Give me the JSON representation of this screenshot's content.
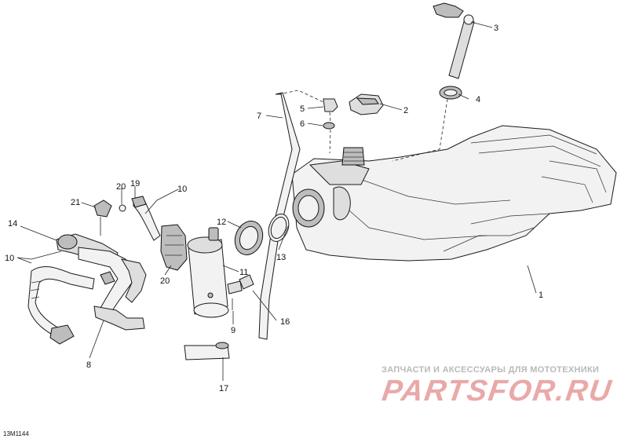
{
  "callouts": [
    {
      "id": "c1",
      "text": "1"
    },
    {
      "id": "c2",
      "text": "2"
    },
    {
      "id": "c3",
      "text": "3"
    },
    {
      "id": "c4",
      "text": "4"
    },
    {
      "id": "c5",
      "text": "5"
    },
    {
      "id": "c6",
      "text": "6"
    },
    {
      "id": "c7",
      "text": "7"
    },
    {
      "id": "c8",
      "text": "8"
    },
    {
      "id": "c9",
      "text": "9"
    },
    {
      "id": "c10a",
      "text": "10"
    },
    {
      "id": "c10b",
      "text": "10"
    },
    {
      "id": "c11",
      "text": "11"
    },
    {
      "id": "c12",
      "text": "12"
    },
    {
      "id": "c13",
      "text": "13"
    },
    {
      "id": "c14",
      "text": "14"
    },
    {
      "id": "c16",
      "text": "16"
    },
    {
      "id": "c17",
      "text": "17"
    },
    {
      "id": "c19",
      "text": "19"
    },
    {
      "id": "c20a",
      "text": "20"
    },
    {
      "id": "c20b",
      "text": "20"
    },
    {
      "id": "c21",
      "text": "21"
    }
  ],
  "drawing_id": "13M1144",
  "watermark": {
    "subtitle": "ЗАПЧАСТИ И АКСЕССУАРЫ ДЛЯ МОТОТЕХНИКИ",
    "logo": "PARTSFOR.RU",
    "colors": {
      "subtitle": "#b9b9b9",
      "logo": "#e9a9a9"
    }
  }
}
